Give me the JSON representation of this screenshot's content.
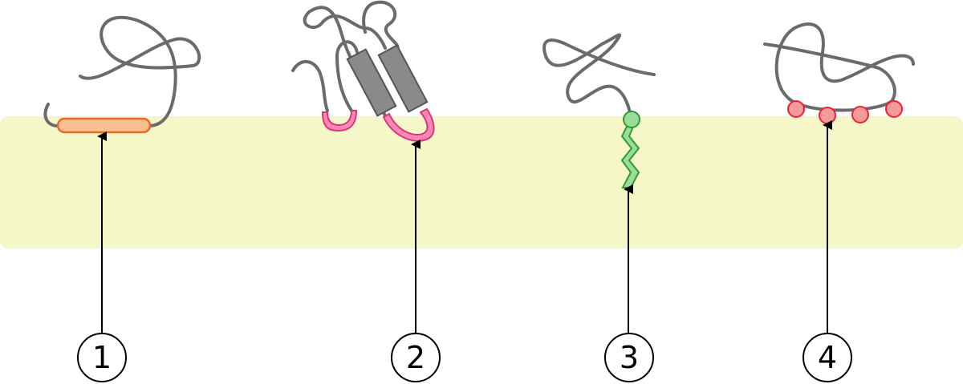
{
  "colors": {
    "membrane": "#f5f7c8",
    "chain": "#6b6b6b",
    "helix_fill": "#8a8a8a",
    "helix_stroke": "#555555",
    "amphipathic_fill": "#f9c090",
    "amphipathic_stroke": "#ee6622",
    "loop_fill": "#ff88bb",
    "loop_stroke": "#dd3377",
    "lipid_anchor_fill": "#99dd99",
    "lipid_anchor_stroke": "#339933",
    "charged_fill": "#f59a9a",
    "charged_stroke": "#ee2233",
    "arrow": "#000000"
  },
  "callouts": [
    {
      "label": "1"
    },
    {
      "label": "2"
    },
    {
      "label": "3"
    },
    {
      "label": "4"
    }
  ]
}
